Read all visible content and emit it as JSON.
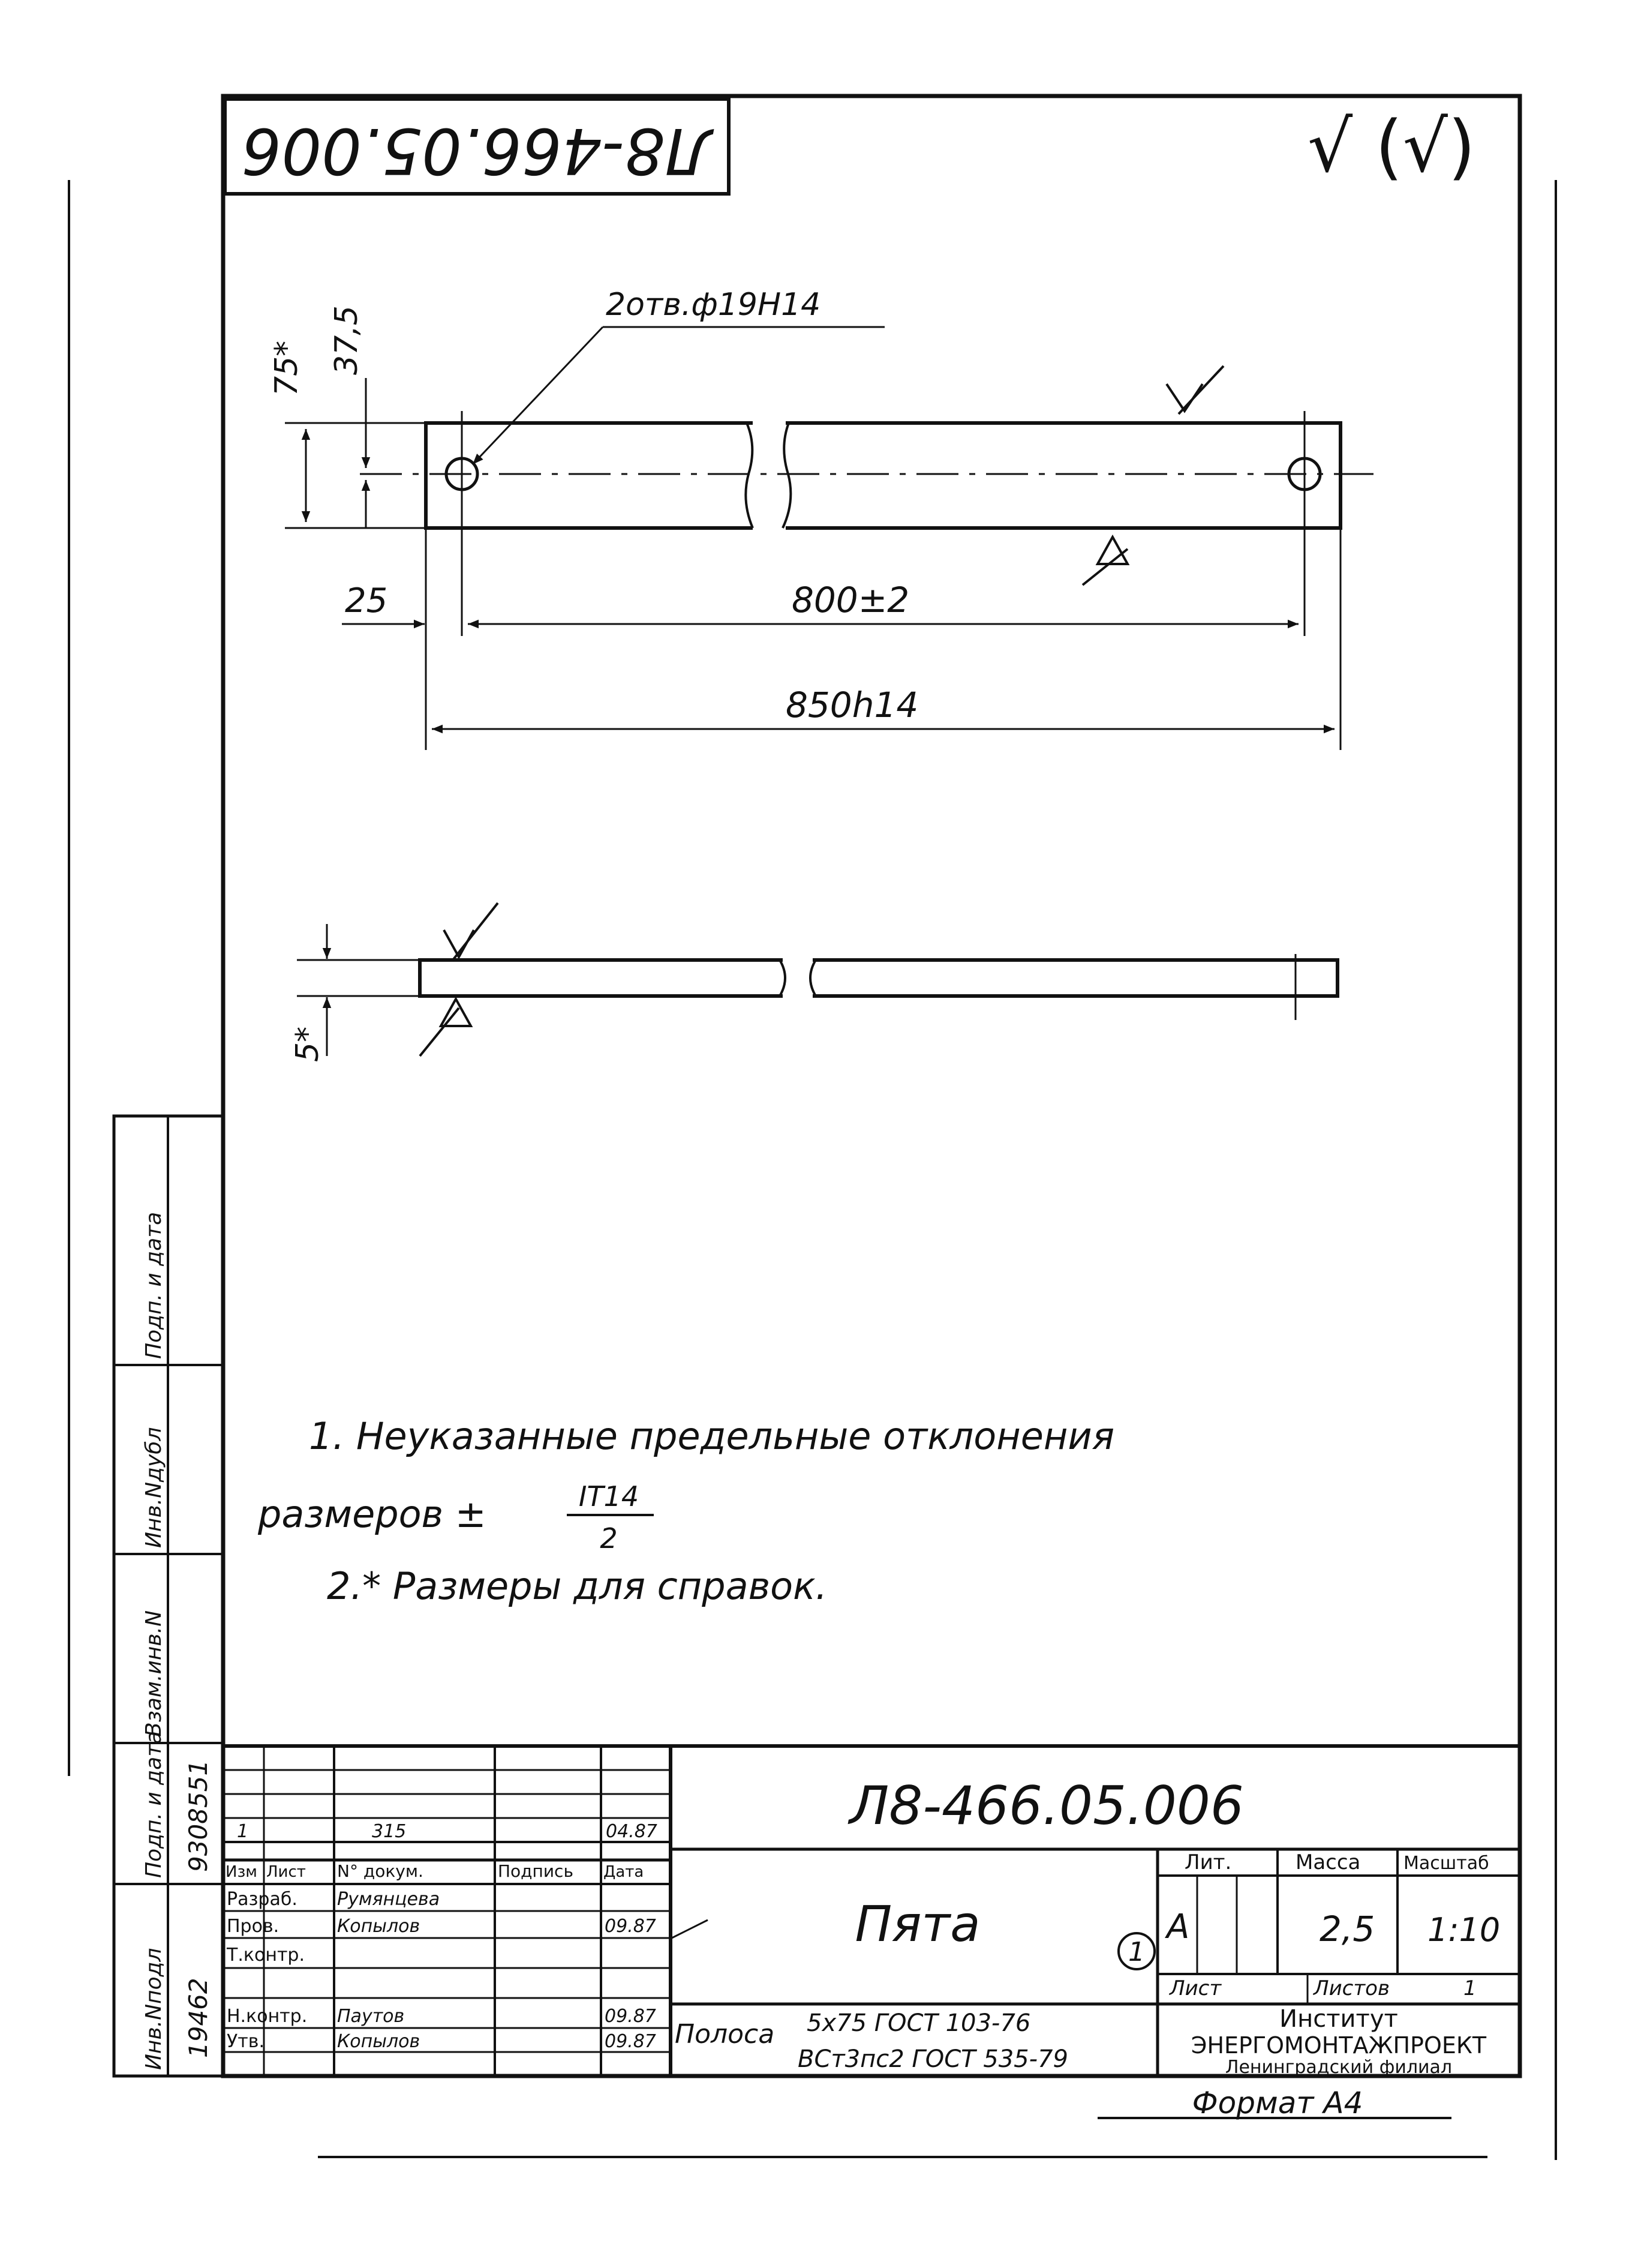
{
  "colors": {
    "ink": "#111111",
    "paper": "#ffffff"
  },
  "doc": {
    "code_rotated": "Л8-466.05.006",
    "roughness_mark": "√ (√)",
    "title_code": "Л8-466.05.006",
    "part_name": "Пята",
    "format": "Формат А4"
  },
  "dims": {
    "holes": "2отв.ф19Н14",
    "height_total": "75*",
    "height_half": "37,5",
    "edge_offset": "25",
    "center_dist": "800±2",
    "length": "850h14",
    "thickness": "5*"
  },
  "notes": {
    "line1": "1. Неуказанные предельные отклонения",
    "line2_prefix": "размеров ±",
    "frac_num": "IT14",
    "frac_den": "2",
    "line3": "2.* Размеры для справок."
  },
  "side_labels": [
    "Инв.Nподл",
    "Подп. и дата",
    "Взам.инв.N",
    "Инв.Nдубл",
    "Подп. и дата"
  ],
  "side_values": {
    "inv_no": "19462",
    "sign_date": "9308551"
  },
  "title_block": {
    "rev_row": {
      "izm": "1",
      "doc_no": "315",
      "date": "04.87"
    },
    "headers": [
      "Изм",
      "Лист",
      "N° докум.",
      "Подпись",
      "Дата"
    ],
    "roles": [
      "Разраб.",
      "Пров.",
      "Т.контр.",
      "",
      "Н.контр.",
      "Утв."
    ],
    "names": [
      "Румянцева",
      "Копылов",
      "",
      "",
      "Паутов",
      "Копылов"
    ],
    "dates": [
      "",
      "09.87",
      "",
      "",
      "09.87",
      "09.87"
    ],
    "lit_header": "Лит.",
    "mass_header": "Масса",
    "scale_header": "Масштаб",
    "lit_value": "А",
    "mass_value": "2,5",
    "scale_value": "1:10",
    "sheet_label": "Лист",
    "sheets_label": "Листов",
    "sheets_value": "1",
    "balloon": "1",
    "material_word": "Полоса",
    "material_line1": "5x75 ГОСТ 103-76",
    "material_line2": "ВСт3пс2 ГОСТ 535-79",
    "org_line1": "Институт",
    "org_line2": "ЭНЕРГОМОНТАЖПРОЕКТ",
    "org_line3": "Ленинградский филиал"
  }
}
